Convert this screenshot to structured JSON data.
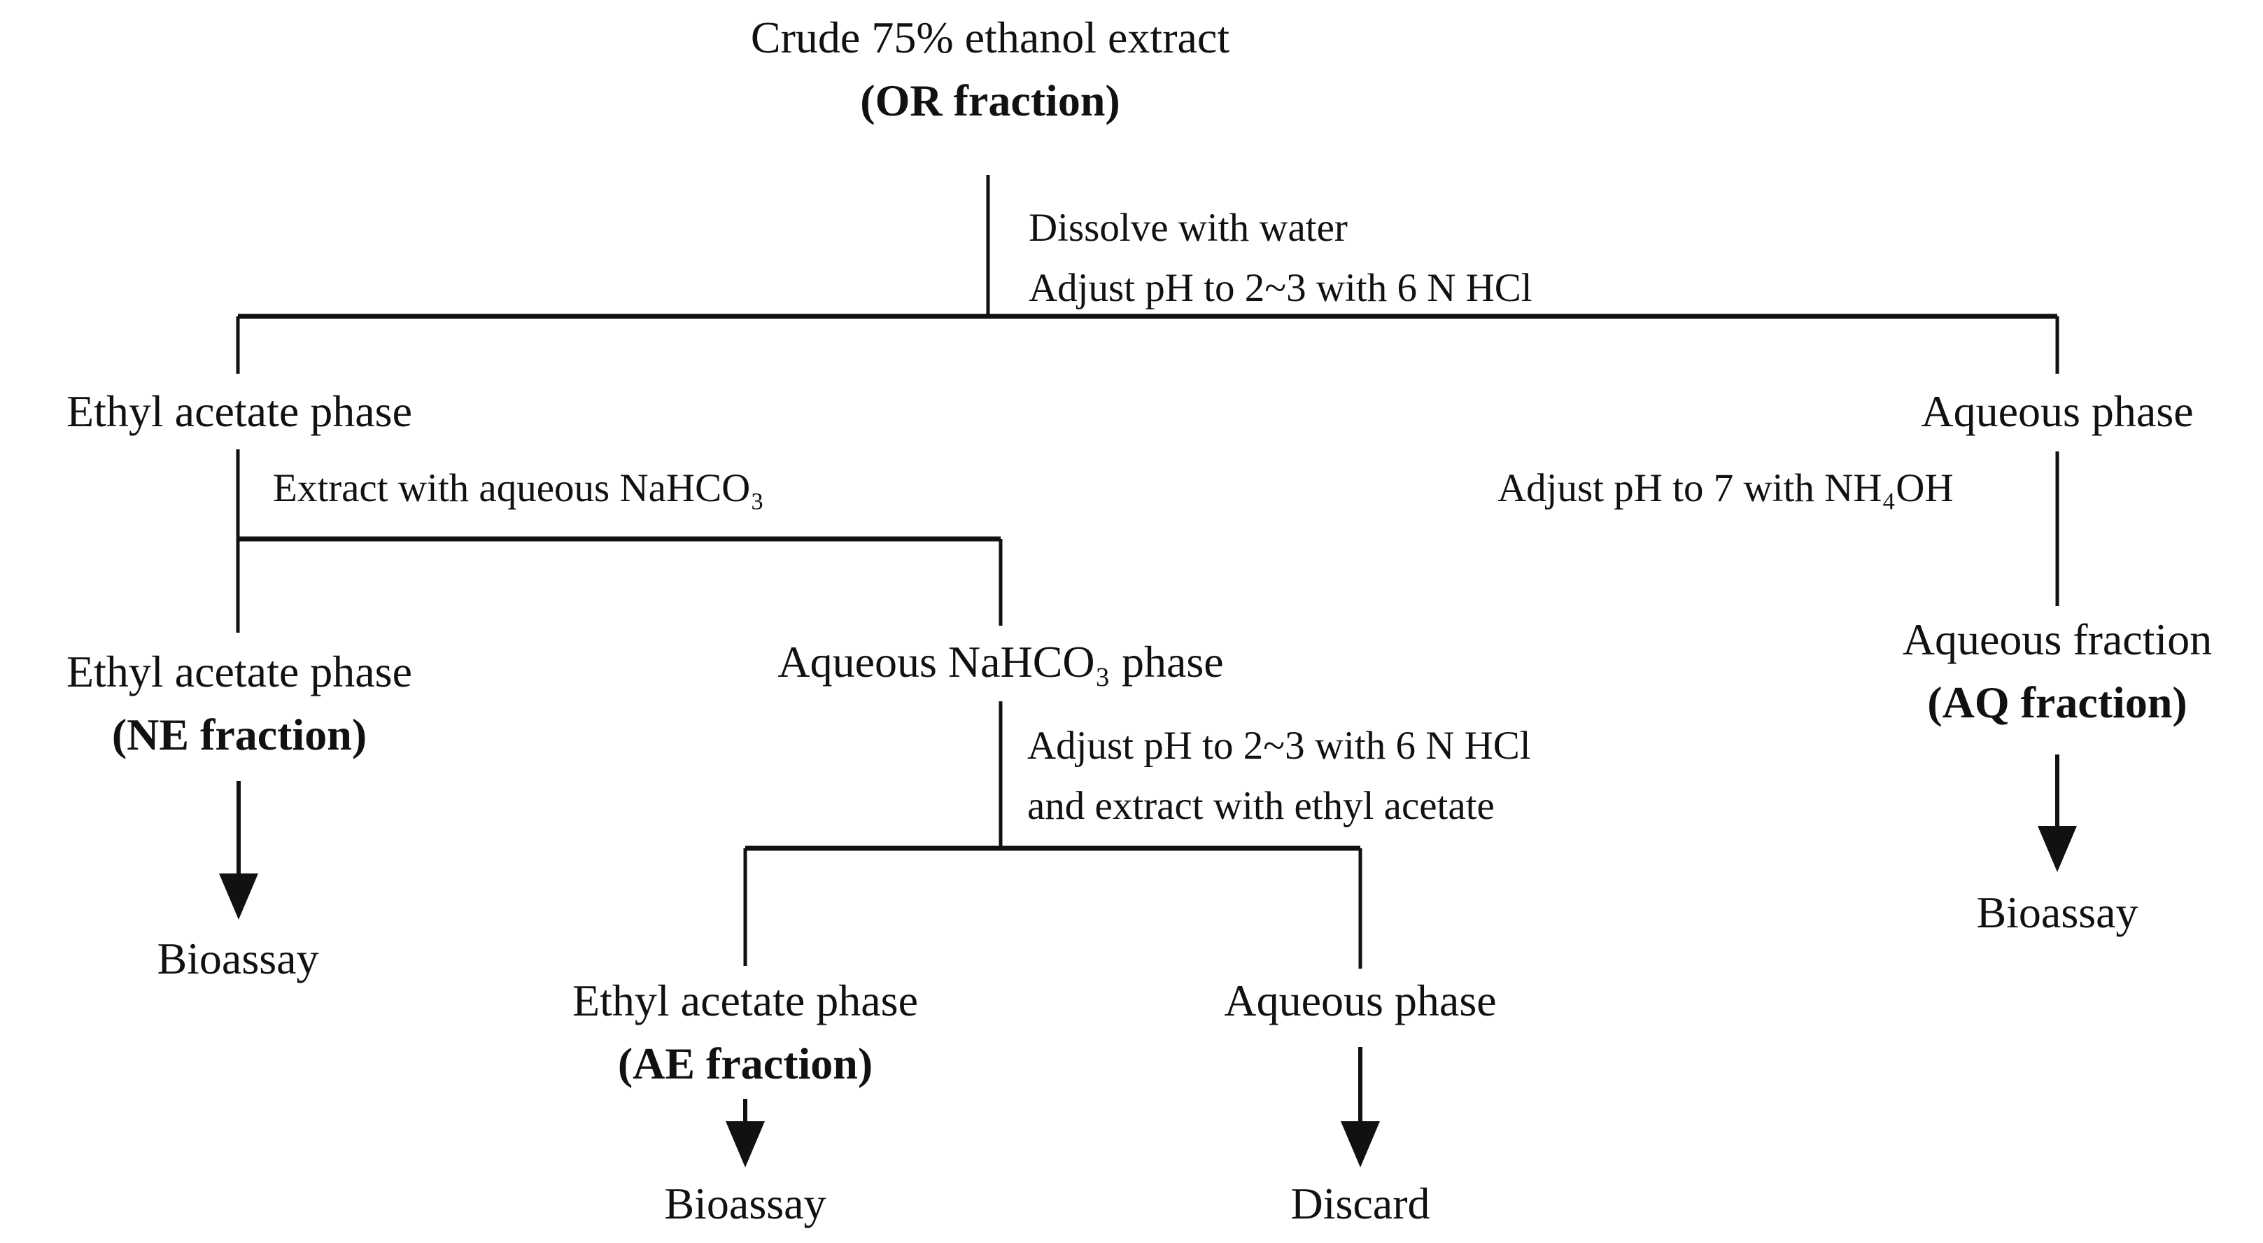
{
  "figure_title": {
    "line1": "Crude 75% ethanol extract",
    "line2": "(OR fraction)"
  },
  "nodes": {
    "ethyl_acetate_phase_top": "Ethyl acetate phase",
    "aqueous_phase_top": "Aqueous phase",
    "ne_fraction": {
      "line1": "Ethyl acetate phase",
      "line2": "(NE fraction)"
    },
    "aqueous_nahco3_phase": "Aqueous NaHCO₃ phase",
    "aq_fraction": {
      "line1": "Aqueous fraction",
      "line2": "(AQ fraction)"
    },
    "ae_fraction": {
      "line1": "Ethyl acetate phase",
      "line2": "(AE fraction)"
    },
    "aqueous_phase_bottom": "Aqueous phase",
    "bioassay_ne": "Bioassay",
    "bioassay_ae": "Bioassay",
    "bioassay_aq": "Bioassay",
    "discard": "Discard"
  },
  "annotations": {
    "dissolve": {
      "line1": "Dissolve with water",
      "line2": "Adjust pH to 2~3 with 6 N HCl"
    },
    "extract_nahco3": "Extract with aqueous NaHCO₃",
    "acidify_extract": {
      "line1": "Adjust pH to 2~3 with 6 N HCl",
      "line2": "and extract with ethyl acetate"
    },
    "neutralize": "Adjust pH to 7 with NH₄OH"
  },
  "colors": {
    "ink": "#111111",
    "background": "#ffffff"
  }
}
